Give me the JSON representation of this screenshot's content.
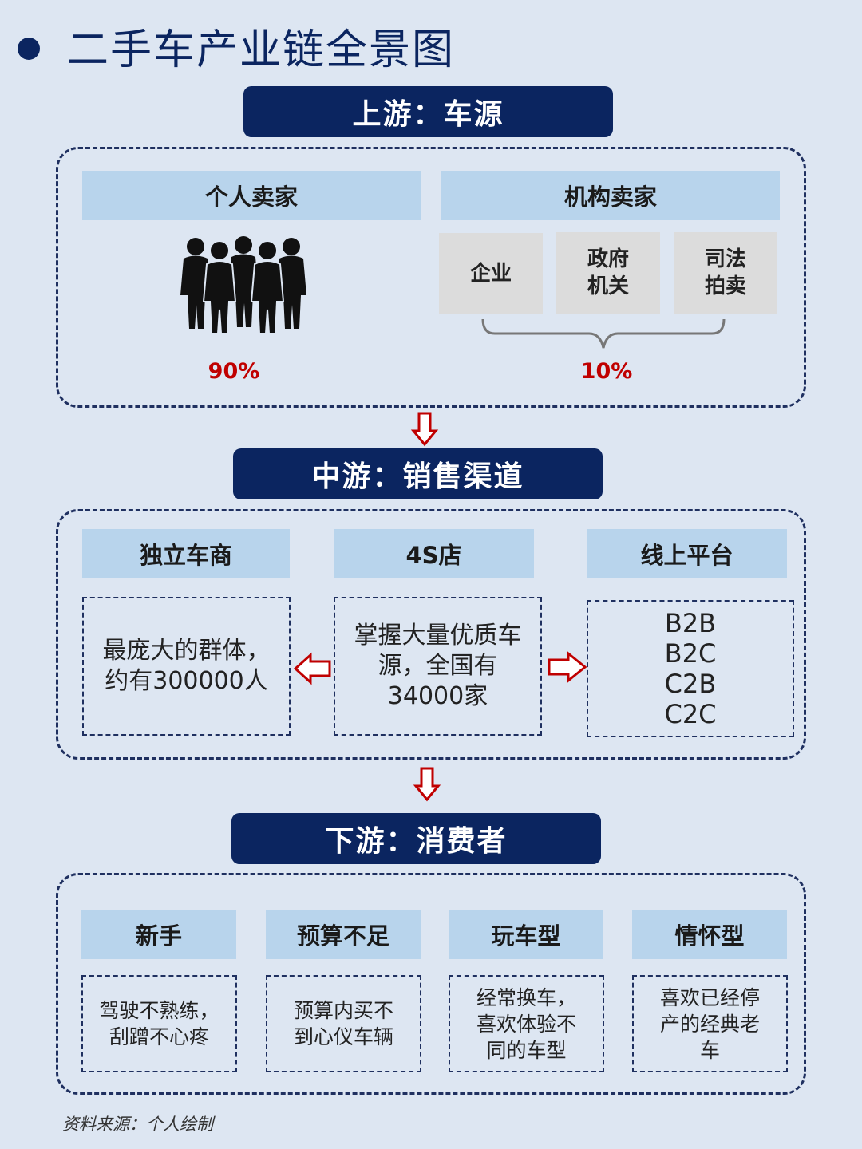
{
  "page": {
    "title": "二手车产业链全景图",
    "source": "资料来源：个人绘制"
  },
  "upstream": {
    "banner": "上游：车源",
    "individual": {
      "label": "个人卖家",
      "share": "90%",
      "icon": "people-group-icon"
    },
    "institutional": {
      "label": "机构卖家",
      "share": "10%",
      "items": [
        "企业",
        "政府\n机关",
        "司法\n拍卖"
      ]
    }
  },
  "midstream": {
    "banner": "中游：销售渠道",
    "dealers": {
      "label": "独立车商",
      "desc": "最庞大的群体，\n约有300000人"
    },
    "fours": {
      "label": "4S店",
      "desc": "掌握大量优质车\n源，全国有\n34000家"
    },
    "online": {
      "label": "线上平台",
      "platforms": [
        "B2B",
        "B2C",
        "C2B",
        "C2C"
      ]
    }
  },
  "downstream": {
    "banner": "下游：消费者",
    "types": [
      {
        "label": "新手",
        "desc": "驾驶不熟练，\n刮蹭不心疼"
      },
      {
        "label": "预算不足",
        "desc": "预算内买不\n到心仪车辆"
      },
      {
        "label": "玩车型",
        "desc": "经常换车，\n喜欢体验不\n同的车型"
      },
      {
        "label": "情怀型",
        "desc": "喜欢已经停\n产的经典老\n车"
      }
    ]
  },
  "colors": {
    "navy": "#0b2560",
    "header_blue": "#b8d4ec",
    "gray": "#dcdcdc",
    "accent_red": "#c00000",
    "background": "#dde6f2"
  }
}
